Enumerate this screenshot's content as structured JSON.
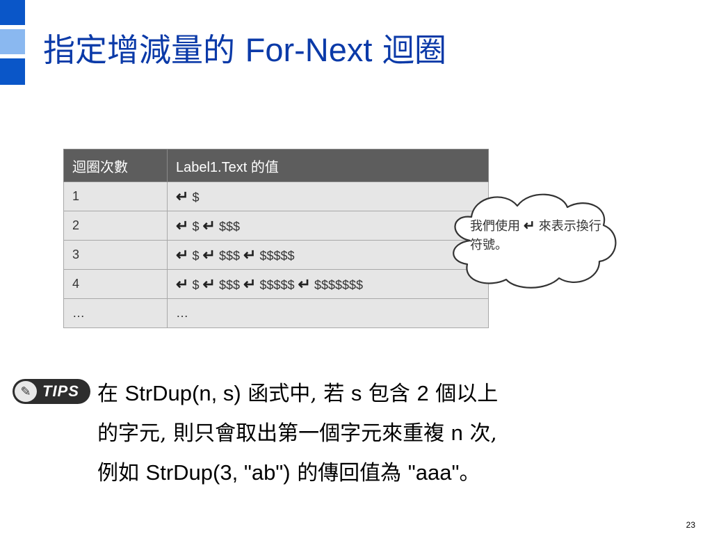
{
  "slide": {
    "title_cjk": "指定增減量的",
    "title_latin": "For-Next",
    "title_end": "迴圈",
    "page_number": "23"
  },
  "table": {
    "headers": [
      "迴圈次數",
      "Label1.Text 的值"
    ],
    "return_symbol": "↵",
    "rows": [
      {
        "count": "1",
        "segments": [
          "$"
        ]
      },
      {
        "count": "2",
        "segments": [
          "$",
          "$$$"
        ]
      },
      {
        "count": "3",
        "segments": [
          "$",
          "$$$",
          "$$$$$"
        ]
      },
      {
        "count": "4",
        "segments": [
          "$",
          "$$$",
          "$$$$$",
          "$$$$$$$"
        ]
      },
      {
        "count": "…",
        "value": "…"
      }
    ]
  },
  "callout": {
    "text_before": "我們使用",
    "text_after": "來表示換行符號。"
  },
  "tips": {
    "badge_label": "TIPS",
    "line1": {
      "p1": "在",
      "p2": "StrDup(n, s)",
      "p3": "函式中,",
      "p4": "若",
      "p5": "s",
      "p6": "包含",
      "p7": "2",
      "p8": "個以上"
    },
    "line2": {
      "p1": "的字元,",
      "p2": "則只會取出第一個字元來重複",
      "p3": "n",
      "p4": "次,"
    },
    "line3": {
      "p1": "例如",
      "p2": "StrDup(3, \"ab\")",
      "p3": "的傳回值為",
      "p4": "\"aaa\"",
      "p5": "。"
    }
  }
}
